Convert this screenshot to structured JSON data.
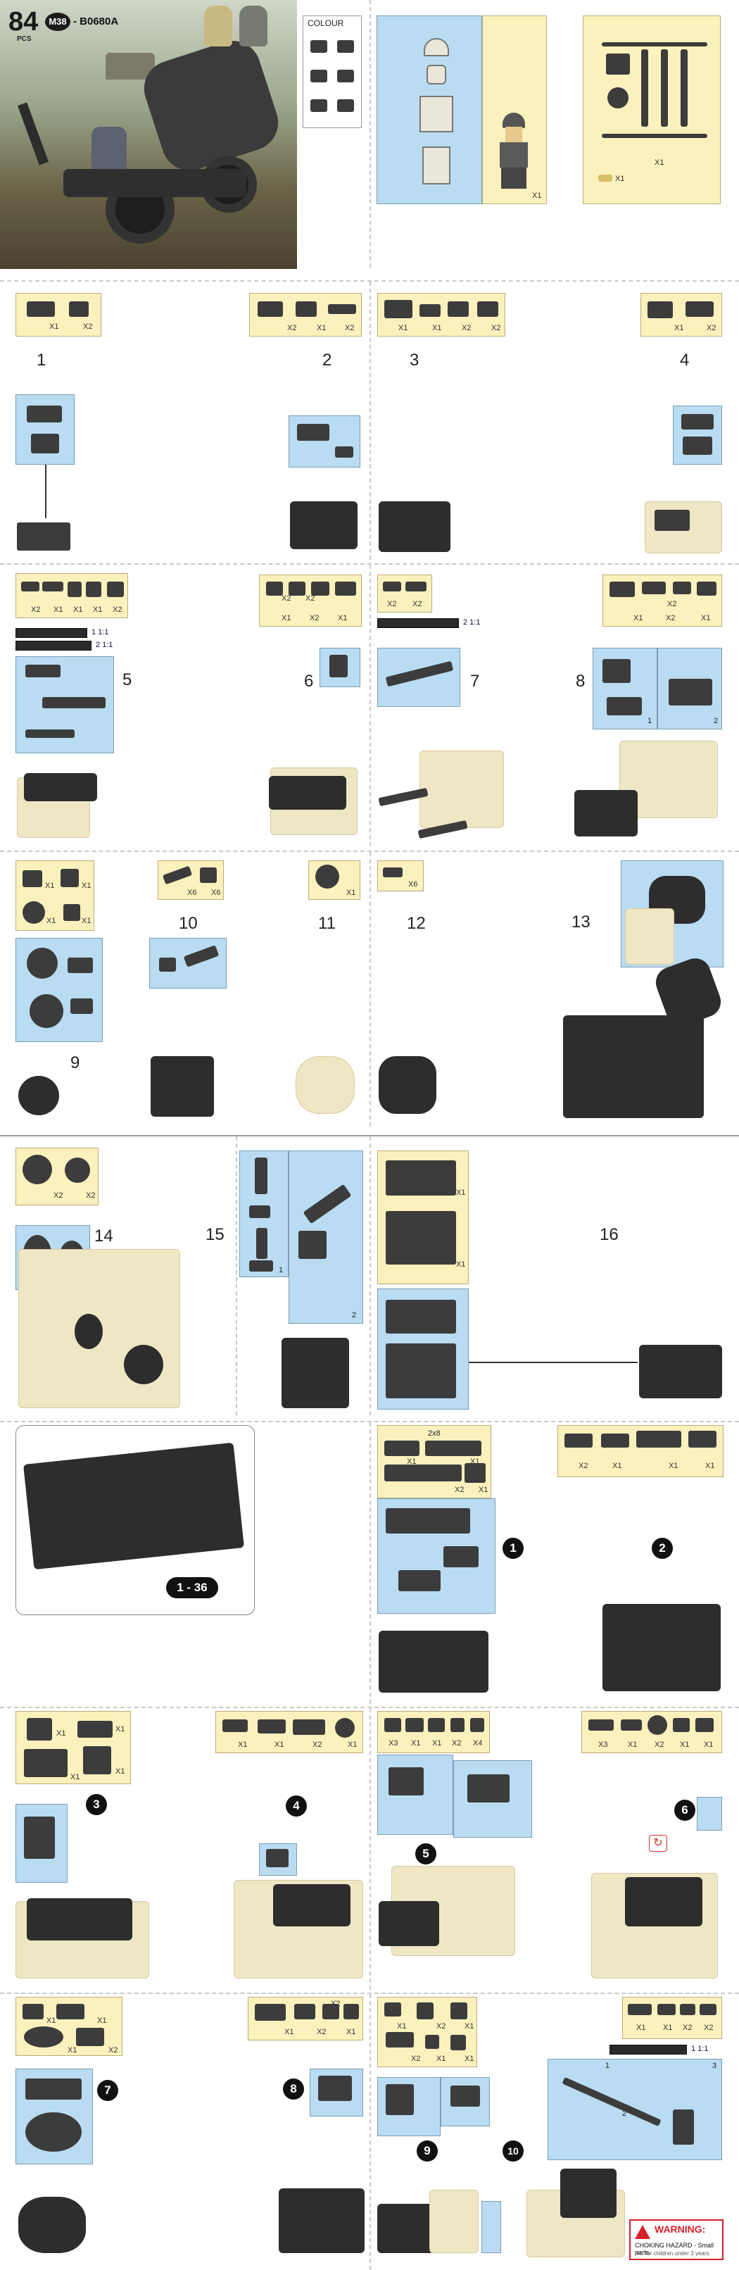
{
  "header": {
    "pieces_number": "84",
    "pieces_sub": "PCS",
    "series_badge": "M38",
    "model_code": "- B0680A",
    "colour_label": "COLOUR"
  },
  "minifig_qty": "X1",
  "sprue_qty": "X1",
  "sprue_small_qty": "X1",
  "steps": {
    "s1": "1",
    "s2": "2",
    "s3": "3",
    "s4": "4",
    "s5": "5",
    "s6": "6",
    "s7": "7",
    "s8": "8",
    "s9": "9",
    "s10": "10",
    "s11": "11",
    "s12": "12",
    "s13": "13",
    "s14": "14",
    "s15": "15",
    "s16": "16"
  },
  "parts": {
    "p1": [
      "X1",
      "X2"
    ],
    "p2": [
      "X2",
      "X1",
      "X2"
    ],
    "p3": [
      "X1",
      "X1",
      "X2",
      "X2"
    ],
    "p4": [
      "X1",
      "X2"
    ],
    "p5": [
      "X2",
      "X1",
      "X1",
      "X1",
      "X2"
    ],
    "p6": [
      "X2",
      "X2",
      "X1",
      "X2",
      "X1"
    ],
    "p7": [
      "X2",
      "X2"
    ],
    "p8": [
      "X2",
      "X1",
      "X2",
      "X1"
    ],
    "p9": [
      "X1",
      "X1",
      "X1",
      "X1"
    ],
    "p10": [
      "X6",
      "X6"
    ],
    "p11": [
      "X1"
    ],
    "p12": [
      "X6"
    ],
    "p14": [
      "X2",
      "X2"
    ],
    "p16": [
      "X1",
      "X1"
    ]
  },
  "lengths": {
    "l5a": "1 1:1",
    "l5b": "2 1:1",
    "l7": "2 1:1",
    "l10b": "1 1:1"
  },
  "sub_labels": {
    "s8a": "1",
    "s8b": "2",
    "s15a": "1",
    "s15b": "2",
    "s10b_a": "1",
    "s10b_b": "2",
    "s10b_c": "3"
  },
  "next_model": {
    "range_label": "1 - 36",
    "n1": "1",
    "n2": "2",
    "n3": "3",
    "n4": "4",
    "n5": "5",
    "n6": "6",
    "n7": "7",
    "n8": "8",
    "n9": "9",
    "n10": "10",
    "tile_hint": "2x8"
  },
  "next_parts": {
    "b1": [
      "X1",
      "X1",
      "X2",
      "X1"
    ],
    "b2": [
      "X2",
      "X1",
      "X1",
      "X1"
    ],
    "b3": [
      "X1",
      "X1",
      "X1",
      "X1"
    ],
    "b4": [
      "X1",
      "X1",
      "X2",
      "X1"
    ],
    "b5": [
      "X3",
      "X1",
      "X1",
      "X2",
      "X4"
    ],
    "b6": [
      "X3",
      "X1",
      "X2",
      "X1",
      "X1"
    ],
    "b7": [
      "X1",
      "X1",
      "X1",
      "X2"
    ],
    "b8": [
      "X2",
      "X1",
      "X2",
      "X1"
    ],
    "b9": [
      "X1",
      "X2",
      "X1",
      "X2",
      "X1",
      "X1"
    ],
    "b10": [
      "X1",
      "X1",
      "X2",
      "X2"
    ]
  },
  "warning": {
    "title": "WARNING:",
    "line1": "CHOKING HAZARD - Small parts.",
    "line2": "Not for children under 3 years."
  },
  "colors": {
    "yellow_panel": "#fbf1bd",
    "blue_panel": "#b9dcf2",
    "part_dark": "#3c3c3c",
    "ghost": "#efe6c4",
    "warning_red": "#d8202a"
  }
}
